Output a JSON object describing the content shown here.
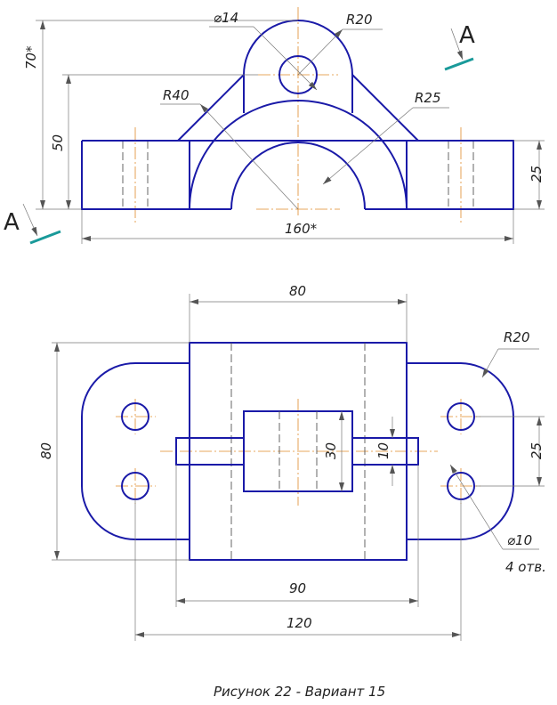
{
  "front_view": {
    "dims": {
      "d70": "70*",
      "d50": "50",
      "d25": "25",
      "d160": "160*",
      "r40": "R40",
      "r25": "R25",
      "r20": "R20",
      "phi14": "⌀14"
    },
    "section_label": "A"
  },
  "top_view": {
    "dims": {
      "d80_top": "80",
      "d80_left": "80",
      "d30": "30",
      "d10": "10",
      "d25": "25",
      "r20": "R20",
      "phi10": "⌀10",
      "holes": "4 отв.",
      "d90": "90",
      "d120": "120"
    }
  },
  "caption": "Рисунок 22 - Вариант 15"
}
